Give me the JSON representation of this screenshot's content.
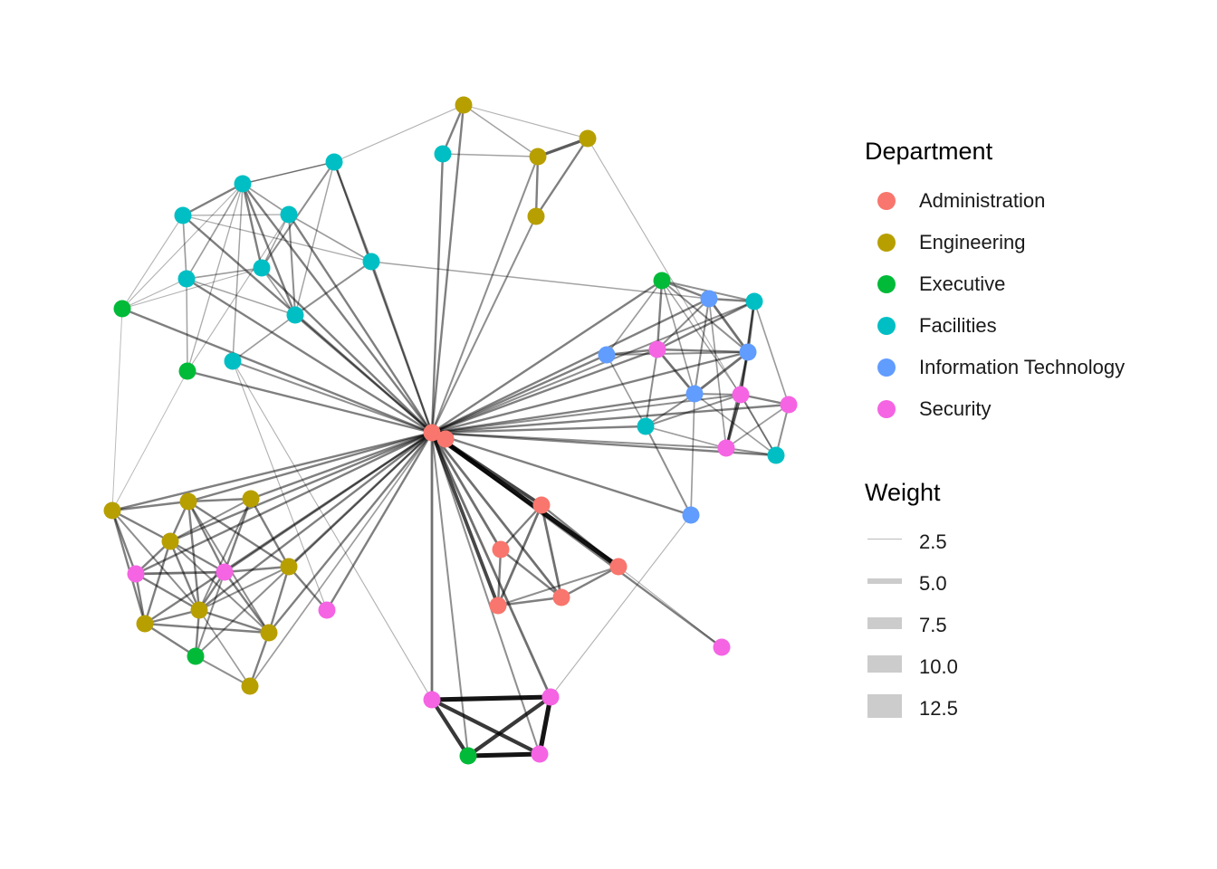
{
  "legend": {
    "department_title": "Department",
    "departments": [
      {
        "label": "Administration",
        "color": "#F8766D"
      },
      {
        "label": "Engineering",
        "color": "#B79F00"
      },
      {
        "label": "Executive",
        "color": "#00BA38"
      },
      {
        "label": "Facilities",
        "color": "#00BFC4"
      },
      {
        "label": "Information Technology",
        "color": "#619CFF"
      },
      {
        "label": "Security",
        "color": "#F564E3"
      }
    ],
    "weight_title": "Weight",
    "weights": [
      "2.5",
      "5.0",
      "7.5",
      "10.0",
      "12.5"
    ]
  },
  "colors": {
    "edge": "#000000",
    "background": "#ffffff"
  }
}
